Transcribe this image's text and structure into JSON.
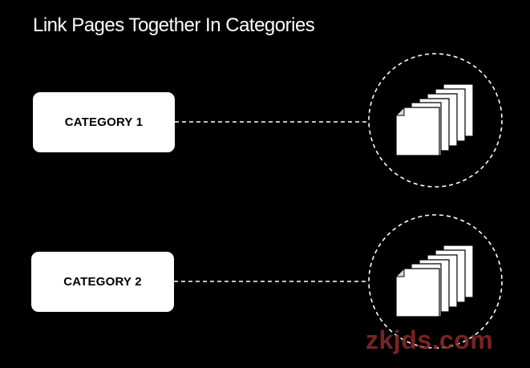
{
  "title": "Link Pages Together In Categories",
  "categories": [
    {
      "label": "CATEGORY 1"
    },
    {
      "label": "CATEGORY 2"
    }
  ],
  "watermark": "zkjds.com",
  "colors": {
    "background": "#000000",
    "box": "#ffffff",
    "connector": "#ffffff",
    "watermark": "#8f2a2a"
  }
}
